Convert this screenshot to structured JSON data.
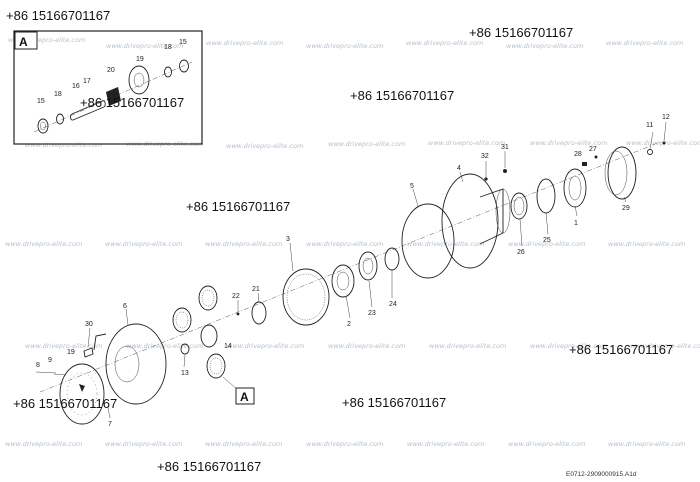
{
  "watermark": "www.drivepro-elite.com",
  "phone": "+86 15166701167",
  "drawing_code": "E0712-2909000915.A1d",
  "detail_label": "A",
  "callouts": [
    "1",
    "2",
    "3",
    "4",
    "5",
    "6",
    "7",
    "8",
    "9",
    "11",
    "12",
    "13",
    "14",
    "15",
    "16",
    "17",
    "18",
    "19",
    "20",
    "21",
    "22",
    "23",
    "24",
    "25",
    "26",
    "27",
    "28",
    "29",
    "30",
    "31",
    "32"
  ]
}
